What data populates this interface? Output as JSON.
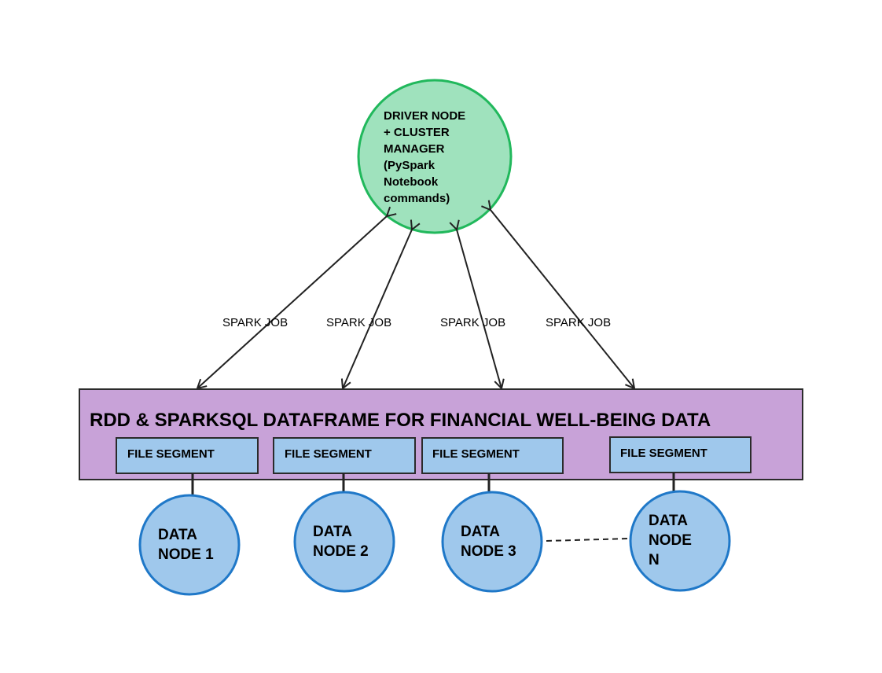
{
  "driver": {
    "label": "DRIVER NODE\n+ CLUSTER\nMANAGER\n(PySpark\nNotebook\ncommands)",
    "fill": "#9fe2bd",
    "stroke": "#21b85c"
  },
  "jobs": [
    {
      "label": "SPARK JOB"
    },
    {
      "label": "SPARK JOB"
    },
    {
      "label": "SPARK JOB"
    },
    {
      "label": "SPARK JOB"
    }
  ],
  "container": {
    "title": "RDD & SPARKSQL DATAFRAME FOR FINANCIAL WELL-BEING DATA",
    "fill": "#c8a2d8",
    "stroke": "#2b2b2b"
  },
  "segments": [
    {
      "label": "FILE SEGMENT"
    },
    {
      "label": "FILE SEGMENT"
    },
    {
      "label": "FILE SEGMENT"
    },
    {
      "label": "FILE SEGMENT"
    }
  ],
  "segment_style": {
    "fill": "#9fc8ec",
    "stroke": "#2b2b2b"
  },
  "data_nodes": [
    {
      "label": "DATA\nNODE 1"
    },
    {
      "label": "DATA\nNODE 2"
    },
    {
      "label": "DATA\nNODE 3"
    },
    {
      "label": "DATA\nNODE\nN"
    }
  ],
  "data_node_style": {
    "fill": "#9fc8ec",
    "stroke": "#1f78c8"
  }
}
